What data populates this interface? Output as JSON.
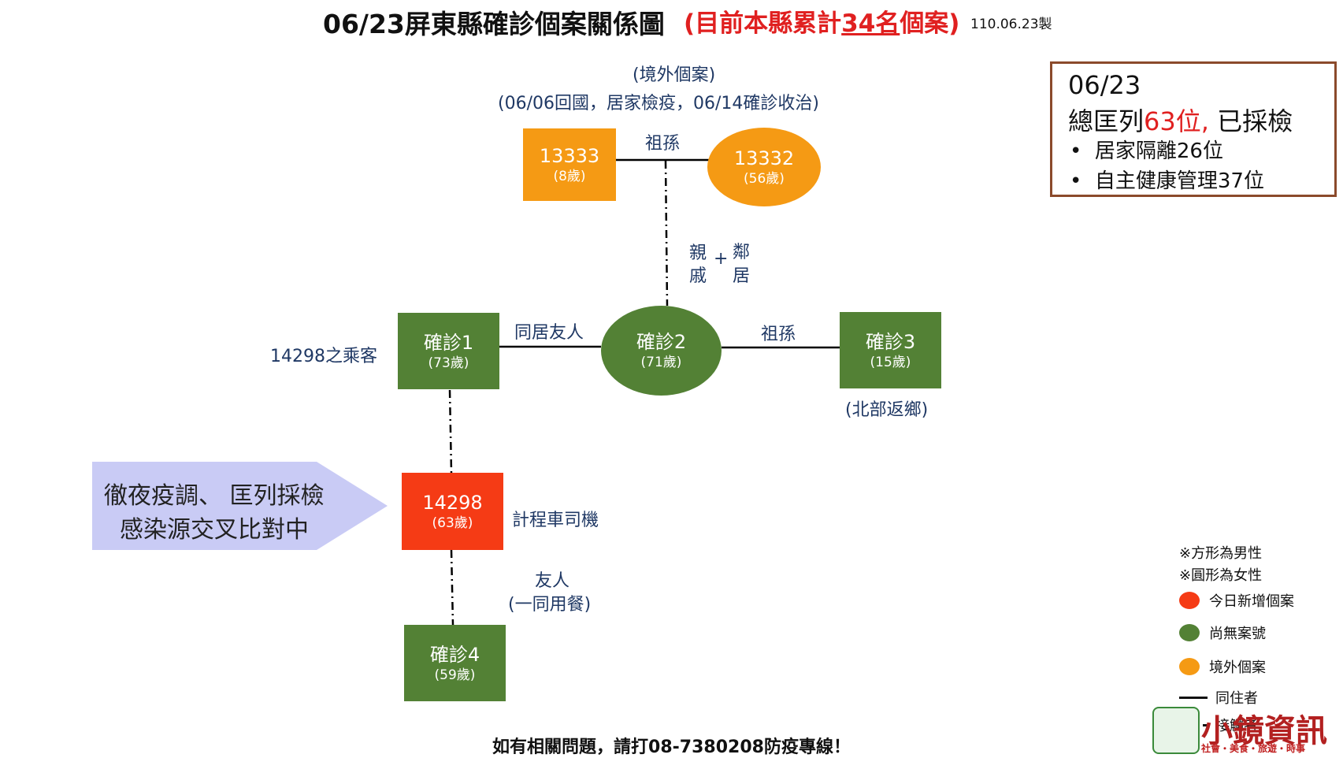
{
  "title": {
    "main": "06/23屏東縣確診個案關係圖",
    "highlight_prefix": "(目前本縣累計",
    "highlight_number": "34名",
    "highlight_suffix": "個案)",
    "made_date": "110.06.23製"
  },
  "top_group": {
    "line1": "(境外個案)",
    "line2": "(06/06回國，居家檢疫，06/14確診收治)"
  },
  "nodes": {
    "case13333": {
      "id": "13333",
      "age": "(8歲)"
    },
    "case13332": {
      "id": "13332",
      "age": "(56歲)"
    },
    "confirmed1": {
      "id": "確診1",
      "age": "(73歲)"
    },
    "confirmed2": {
      "id": "確診2",
      "age": "(71歲)"
    },
    "confirmed3": {
      "id": "確診3",
      "age": "(15歲)"
    },
    "case14298": {
      "id": "14298",
      "age": "(63歲)"
    },
    "confirmed4": {
      "id": "確診4",
      "age": "(59歲)"
    }
  },
  "relations": {
    "grandparent_top": "祖孫",
    "relatives_a1": "親",
    "relatives_a2": "戚",
    "plus": "+",
    "neighbors_b1": "鄰",
    "neighbors_b2": "居",
    "roommate_friend": "同居友人",
    "grandparent_mid": "祖孫",
    "friend": "友人",
    "meal": "(一同用餐)"
  },
  "annotations": {
    "passenger": "14298之乘客",
    "north_return": "(北部返鄉)",
    "taxi_driver": "計程車司機"
  },
  "arrow_callout": {
    "line1": "徹夜疫調、 匡列採檢",
    "line2": "感染源交叉比對中"
  },
  "summary_box": {
    "date": "06/23",
    "line2_prefix": "總匡列",
    "line2_number": "63位,",
    "line2_suffix": " 已採檢",
    "bullet1": "居家隔離26位",
    "bullet2": "自主健康管理37位",
    "bullet_char": "•"
  },
  "legend": {
    "note_square": "※方形為男性",
    "note_circle": "※圓形為女性",
    "new_case": "今日新增個案",
    "no_number": "尚無案號",
    "overseas": "境外個案",
    "cohabitant": "同住者",
    "contact": "接觸者"
  },
  "colors": {
    "overseas": "#f59a14",
    "no_number": "#538135",
    "new_case": "#f53b15"
  },
  "footer": "如有相關問題，請打08-7380208防疫專線！",
  "logo": {
    "name": "小鏡資訊",
    "tagline": "社會・美食・旅遊・時事"
  }
}
